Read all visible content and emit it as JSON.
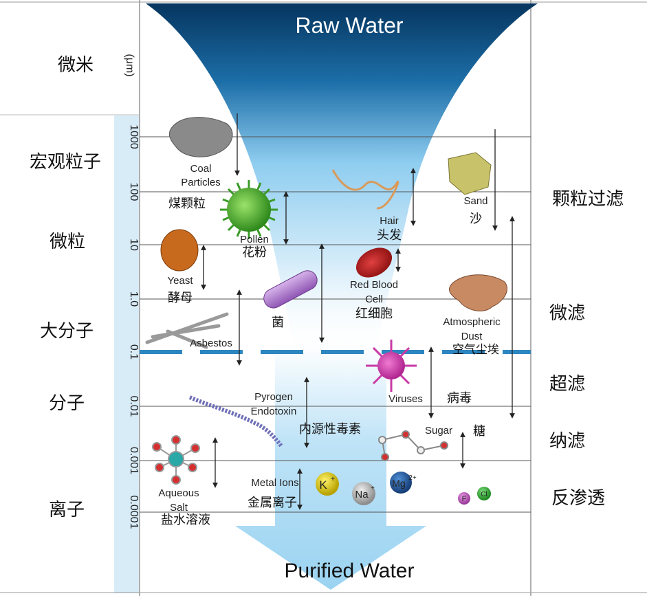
{
  "title_top": "Raw Water",
  "title_bottom": "Purified Water",
  "unit_label": "(μm)",
  "left_header": "微米",
  "size_ticks": [
    "1000",
    "100",
    "10",
    "1.0",
    "0.1",
    "0.01",
    "0.001",
    "0.0001"
  ],
  "left_categories": [
    "宏观粒子",
    "微粒",
    "大分子",
    "分子",
    "离子"
  ],
  "right_processes": [
    "颗粒过滤",
    "微滤",
    "超滤",
    "纳滤",
    "反渗透"
  ],
  "items": {
    "coal": {
      "en1": "Coal",
      "en2": "Particles",
      "cn": "煤颗粒"
    },
    "pollen": {
      "en": "Pollen",
      "cn": "花粉"
    },
    "hair": {
      "en": "Hair",
      "cn": "头发"
    },
    "sand": {
      "en": "Sand",
      "cn": "沙"
    },
    "yeast": {
      "en": "Yeast",
      "cn": "酵母"
    },
    "bacteria": {
      "cn": "菌"
    },
    "rbc": {
      "en1": "Red Blood",
      "en2": "Cell",
      "cn": "红细胞"
    },
    "dust": {
      "en1": "Atmospheric",
      "en2": "Dust",
      "cn": "空气尘埃"
    },
    "asbestos": {
      "en": "Asbestos"
    },
    "pyrogen": {
      "en1": "Pyrogen",
      "en2": "Endotoxin",
      "cn": "内源性毒素"
    },
    "viruses": {
      "en": "Viruses",
      "cn": "病毒"
    },
    "sugar": {
      "en": "Sugar",
      "cn": "糖"
    },
    "salt": {
      "en1": "Aqueous",
      "en2": "Salt",
      "cn": "盐水溶液"
    },
    "metal": {
      "en": "Metal Ions",
      "cn": "金属离子"
    }
  },
  "ions": {
    "k": "K",
    "k_sup": "+",
    "na": "Na",
    "na_sup": "+",
    "mg": "Mg",
    "mg_sup": "2+",
    "f": "F",
    "cl": "Cl"
  },
  "colors": {
    "funnel_dark": "#0b3d6e",
    "funnel_light": "#7fc4ea",
    "dashed_line": "#2e86c1",
    "side_band": "#d8ecf8"
  }
}
